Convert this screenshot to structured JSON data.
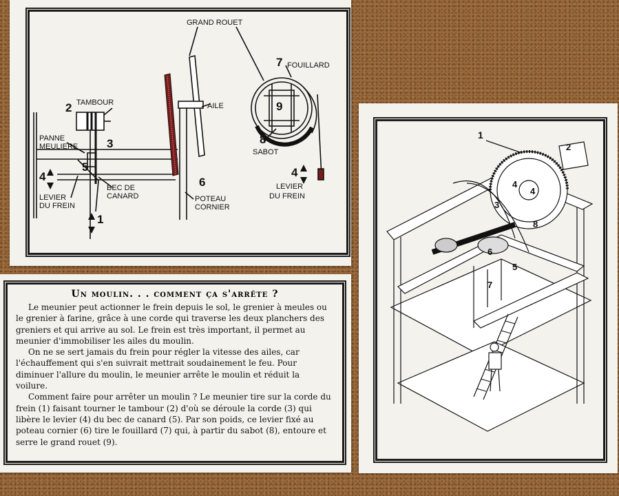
{
  "diagram": {
    "labels": {
      "grand_rouet": "GRAND ROUET",
      "fouillard": "FOUILLARD",
      "tambour": "TAMBOUR",
      "aile": "AILE",
      "panne_meuliere_1": "PANNE",
      "panne_meuliere_2": "MEULIERE",
      "sabot": "SABOT",
      "bec_1": "BEC DE",
      "bec_2": "CANARD",
      "levier_left_1": "LEVIER",
      "levier_left_2": "DU FREIN",
      "poteau_1": "POTEAU",
      "poteau_2": "CORNIER",
      "levier_right_1": "LEVIER",
      "levier_right_2": "DU FREIN"
    },
    "numbers": [
      "1",
      "2",
      "3",
      "4",
      "5",
      "6",
      "7",
      "8",
      "9",
      "4"
    ]
  },
  "text_card": {
    "title": "Un moulin. . . comment ça s'arrête ?",
    "paragraphs": [
      "Le meunier peut actionner le frein depuis le sol, le grenier à meules ou le grenier à farine, grâce à une corde qui traverse les deux planchers des greniers et qui arrive au sol. Le frein est très important, il permet au meunier d'immobiliser les ailes du moulin.",
      "On ne se sert jamais du frein pour régler la vitesse des ailes, car l'échauffement qui s'en suivrait mettrait soudainement le feu. Pour diminuer l'allure du moulin, le meunier arrête le moulin et réduit la voilure.",
      "Comment faire pour arrêter un moulin ? Le meunier tire sur la corde du frein (1) faisant tourner le tambour (2) d'où se déroule la corde (3) qui libère le levier (4) du bec de canard (5). Par son poids, ce levier fixé au poteau cornier (6) tire le fouillard (7) qui, à partir du sabot (8), entoure et serre le grand rouet (9)."
    ]
  },
  "isometric": {
    "numbers": [
      "1",
      "2",
      "3",
      "4",
      "4",
      "5",
      "6",
      "7",
      "8"
    ]
  }
}
